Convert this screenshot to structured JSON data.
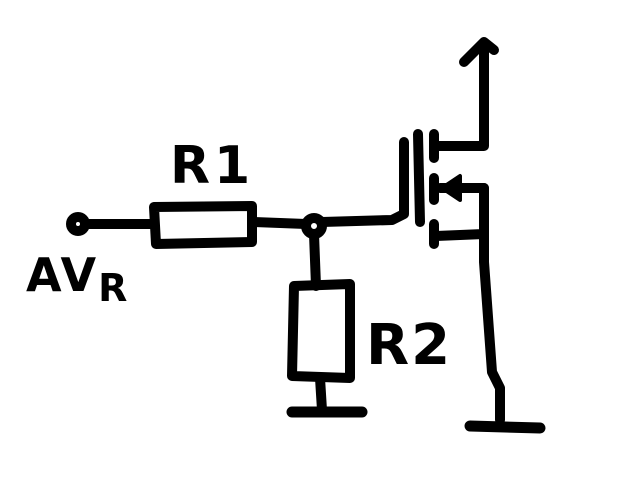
{
  "diagram": {
    "labels": {
      "r1": "R1",
      "r2": "R2",
      "input_main": "AV",
      "input_sub": "R"
    },
    "ink_color": "#000000",
    "background": "#ffffff"
  }
}
